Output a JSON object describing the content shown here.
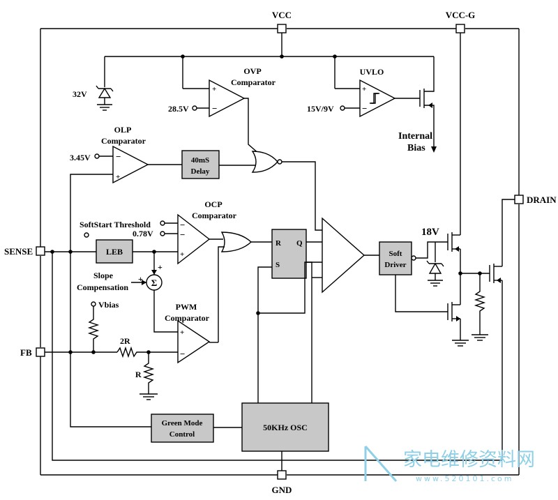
{
  "pins": {
    "vcc": "VCC",
    "vcc_g": "VCC-G",
    "drain": "DRAIN",
    "sense": "SENSE",
    "fb": "FB",
    "gnd": "GND"
  },
  "blocks": {
    "ovp_title": "OVP",
    "ovp_sub": "Comparator",
    "uvlo": "UVLO",
    "olp_title": "OLP",
    "olp_sub": "Comparator",
    "ocp_title": "OCP",
    "ocp_sub": "Comparator",
    "pwm_title": "PWM",
    "pwm_sub": "Comparator",
    "delay_1": "40mS",
    "delay_2": "Delay",
    "leb": "LEB",
    "green_1": "Green Mode",
    "green_2": "Control",
    "osc": "50KHz OSC",
    "soft_1": "Soft",
    "soft_2": "Driver",
    "latch_r": "R",
    "latch_s": "S",
    "latch_q": "Q",
    "internal_1": "Internal",
    "internal_2": "Bias"
  },
  "labels": {
    "zener_32": "32V",
    "ovp_ref": "28.5V",
    "uvlo_ref": "15V/9V",
    "olp_ref": "3.45V",
    "softstart": "SoftStart Threshold",
    "ocp_ref": "0.78V",
    "zener_18": "18V",
    "slope_1": "Slope",
    "slope_2": "Compensation",
    "vbias": "Vbias",
    "r2": "2R",
    "r": "R",
    "sigma": "Σ",
    "plus": "+",
    "minus": "−"
  },
  "watermark": {
    "text": "家电维修资料网",
    "url": "www.520101.com"
  }
}
